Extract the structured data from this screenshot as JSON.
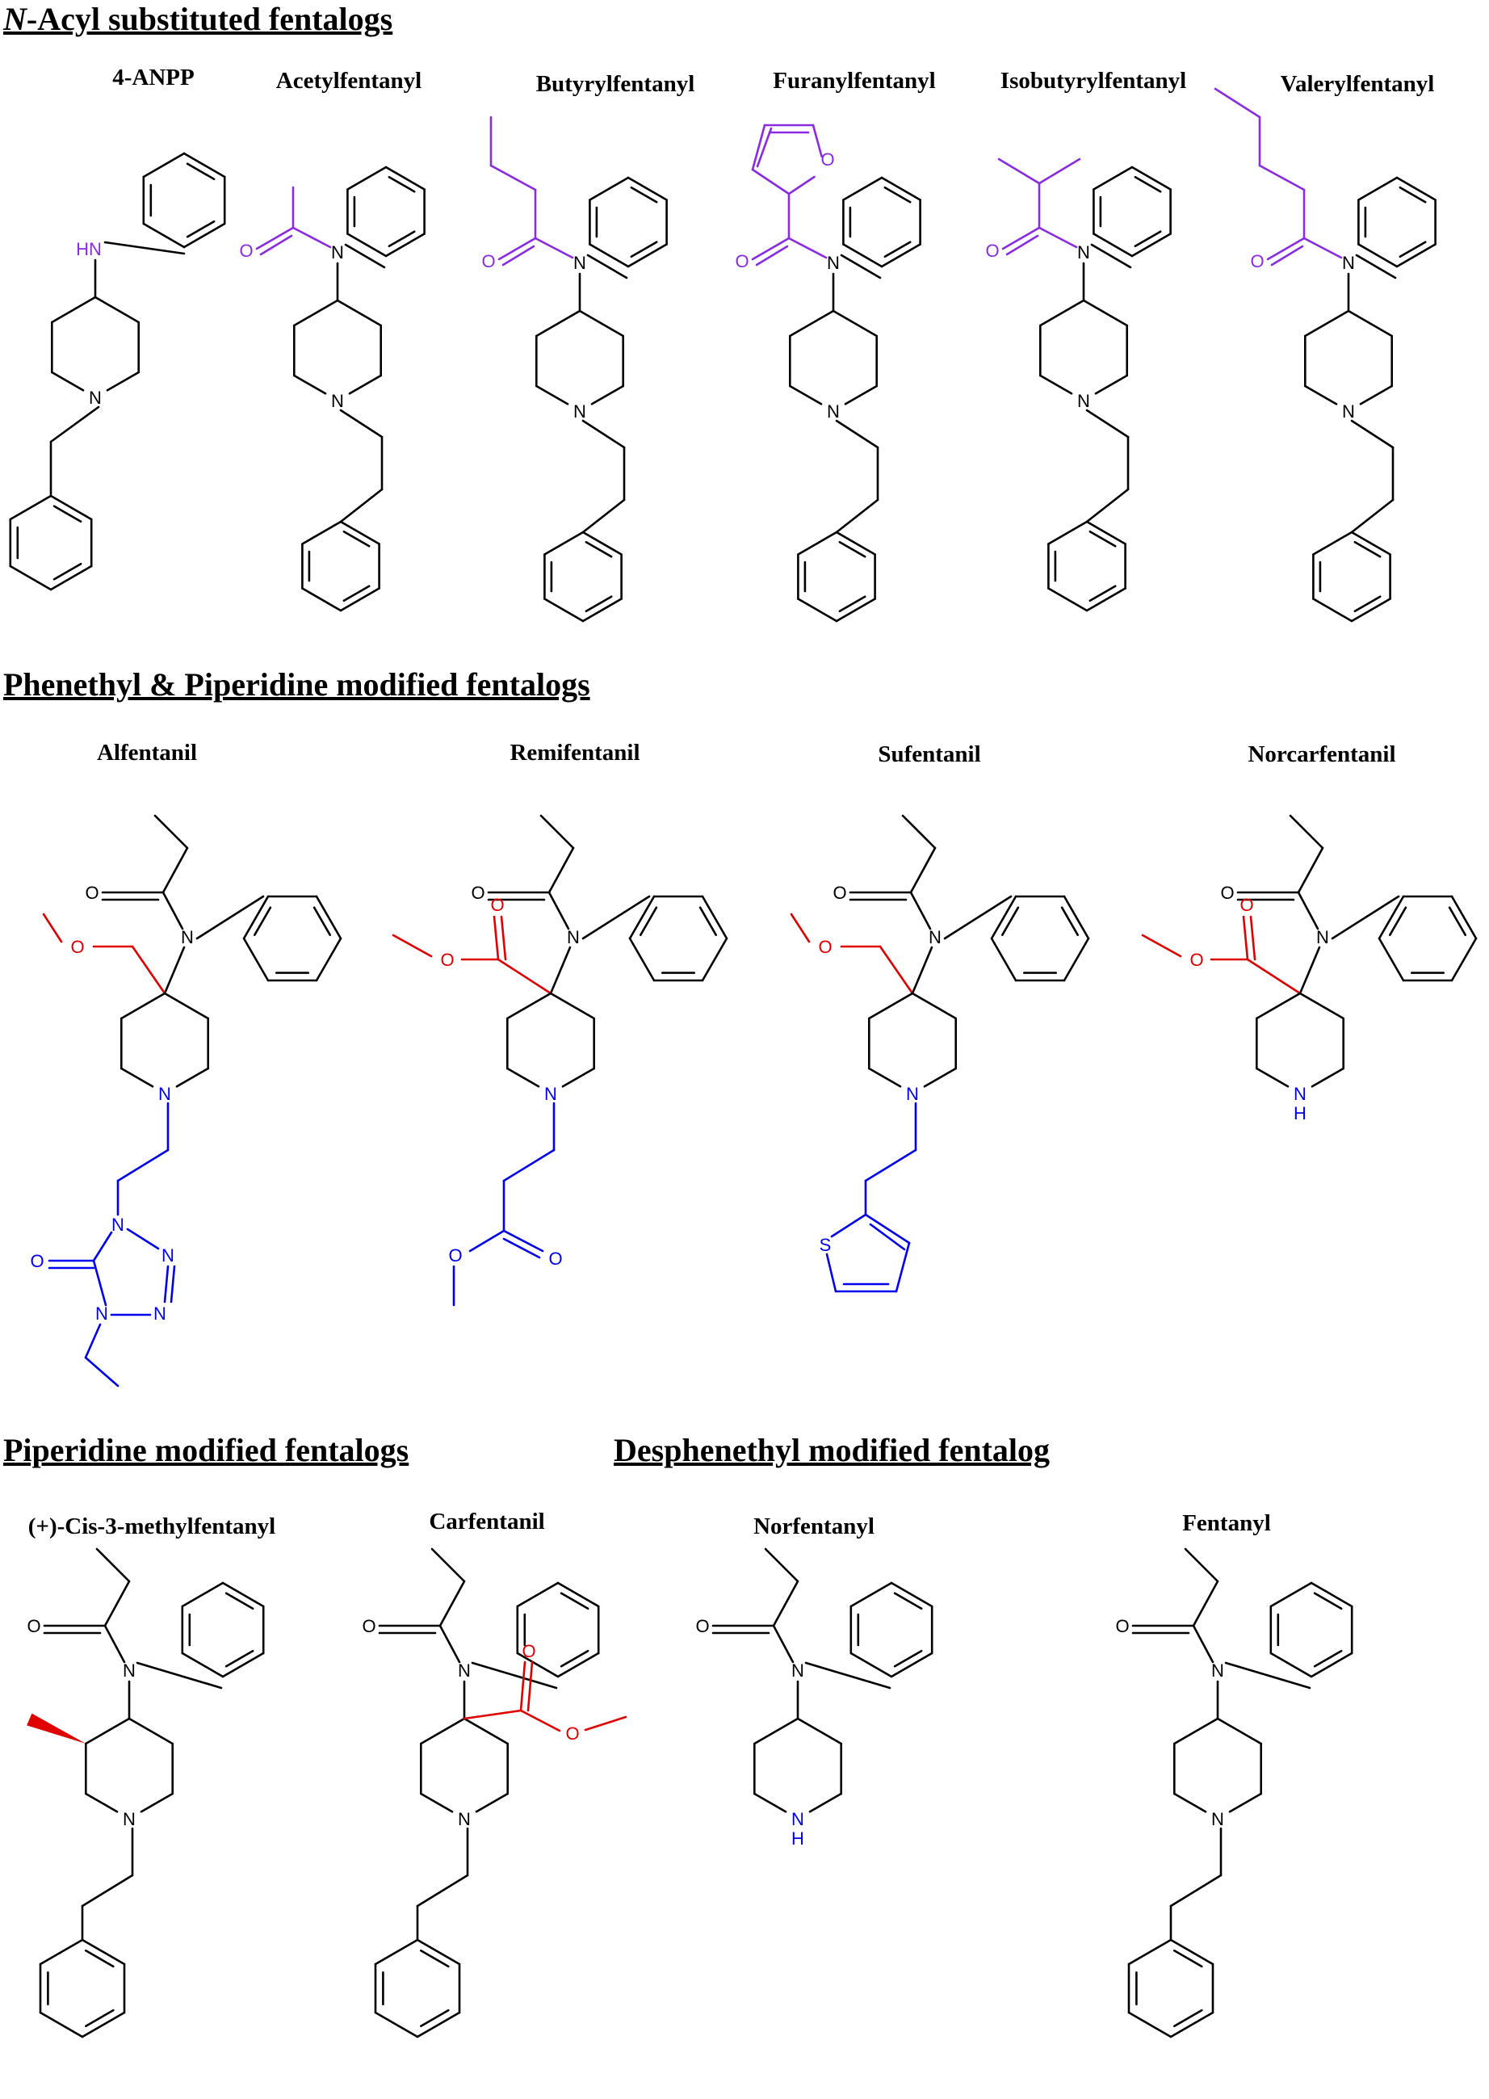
{
  "colors": {
    "black": "#000000",
    "purple": "#8a2be2",
    "red": "#e00000",
    "blue": "#0000ee"
  },
  "sections": {
    "nacyl": {
      "prefix": "N",
      "rest": "-Acyl substituted fentalogs"
    },
    "phenethyl": {
      "title": "Phenethyl & Piperidine modified fentalogs"
    },
    "piperidine": {
      "title": "Piperidine modified fentalogs"
    },
    "desphenethyl": {
      "title": "Desphenethyl modified fentalog"
    }
  },
  "compounds": {
    "anpp": {
      "name": "4-ANPP"
    },
    "acetyl": {
      "name": "Acetylfentanyl"
    },
    "butyryl": {
      "name": "Butyrylfentanyl"
    },
    "furanyl": {
      "name": "Furanylfentanyl"
    },
    "isobutyryl": {
      "name": "Isobutyrylfentanyl"
    },
    "valeryl": {
      "name": "Valerylfentanyl"
    },
    "alfentanil": {
      "name": "Alfentanil"
    },
    "remifentanil": {
      "name": "Remifentanil"
    },
    "sufentanil": {
      "name": "Sufentanil"
    },
    "norcarfentanil": {
      "name": "Norcarfentanil"
    },
    "cis3methyl": {
      "name": "(+)-Cis-3-methylfentanyl"
    },
    "carfentanil": {
      "name": "Carfentanil"
    },
    "norfentanyl": {
      "name": "Norfentanyl"
    },
    "fentanyl": {
      "name": "Fentanyl"
    }
  },
  "atom_labels": {
    "N": "N",
    "O": "O",
    "HN": "HN",
    "NH": "NH",
    "H": "H",
    "S": "S"
  }
}
